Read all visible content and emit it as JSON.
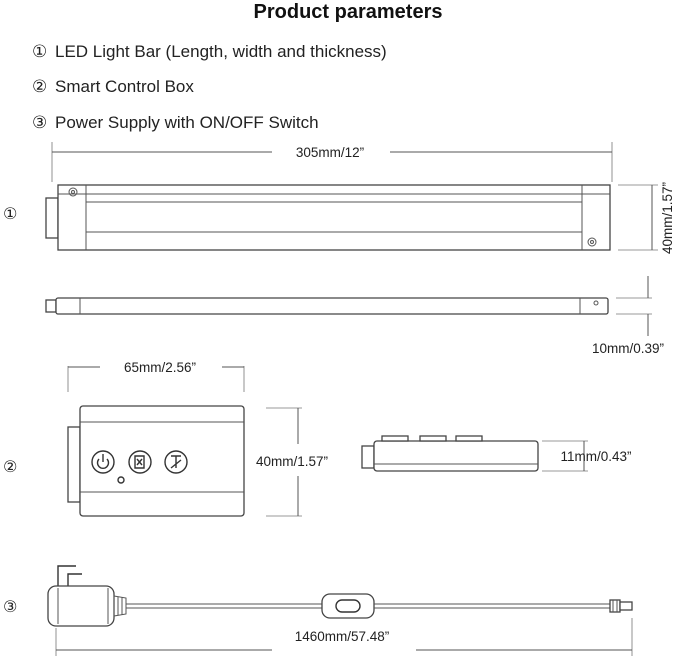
{
  "title": "Product parameters",
  "items": [
    {
      "marker": "①",
      "label": "LED Light Bar  (Length, width and thickness)"
    },
    {
      "marker": "②",
      "label": "Smart Control Box"
    },
    {
      "marker": "③",
      "label": "Power Supply with ON/OFF Switch"
    }
  ],
  "section_markers": [
    "①",
    "②",
    "③"
  ],
  "dimensions": {
    "bar_length": "305mm/12”",
    "bar_width": "40mm/1.57”",
    "bar_thickness": "10mm/0.39”",
    "box_length": "65mm/2.56”",
    "box_width": "40mm/1.57”",
    "box_thickness": "11mm/0.43”",
    "cable_length": "1460mm/57.48”"
  },
  "colors": {
    "line": "#555555",
    "text": "#222222",
    "background": "#ffffff"
  },
  "icons": [
    "power-icon",
    "sensor-icon",
    "brightness-icon",
    "plug-icon",
    "switch-icon"
  ]
}
